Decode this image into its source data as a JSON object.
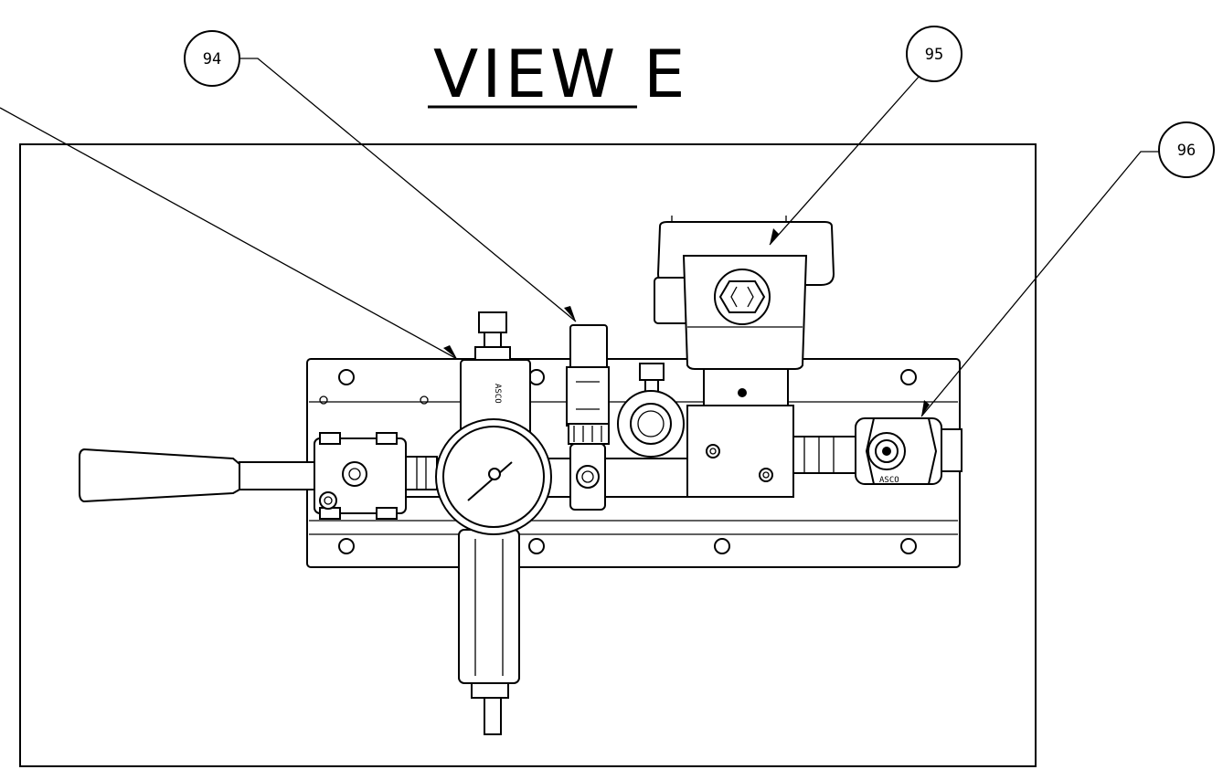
{
  "view": {
    "title": "VIEW E"
  },
  "balloons": [
    {
      "id": "94",
      "label": "94"
    },
    {
      "id": "95",
      "label": "95"
    },
    {
      "id": "96",
      "label": "96"
    }
  ],
  "markings": {
    "regulator_brand": "ASCO",
    "valve_brand": "ASCO"
  }
}
